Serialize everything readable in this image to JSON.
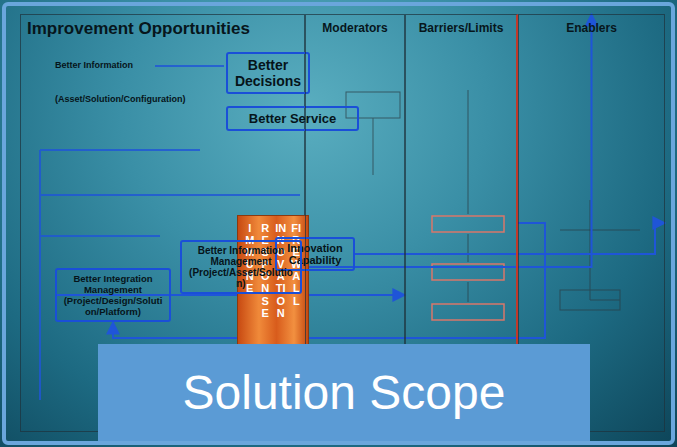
{
  "diagram": {
    "caption": "Solution Scope",
    "nodes": [
      {
        "text": [
          "Improvement Opportunities"
        ]
      },
      {
        "text": [
          "Moderators"
        ]
      },
      {
        "text": [
          "Barriers/Limits"
        ]
      },
      {
        "text": [
          "Enablers"
        ]
      },
      {
        "text": [
          "Better Decisions"
        ],
        "in": 0
      },
      {
        "text": [
          "Better Service"
        ],
        "in": 0
      },
      {
        "text": [
          "Better Information Management (Project/Asset/Solution)"
        ],
        "in": 0
      },
      {
        "text": [
          "Better Integration Management (Project/Design/Solution/Platform)"
        ],
        "in": 0
      },
      {
        "text": [
          "IMMUNE",
          "RESPONSE",
          "INNOVATION",
          "FIREWALL"
        ],
        "in": 1
      },
      {
        "text": [
          "Innovation Capability"
        ],
        "in": 3
      }
    ],
    "edges": [
      {
        "from": 4,
        "to": 9,
        "arrow": "to"
      },
      {
        "from": 5,
        "to": 9,
        "arrow": "to"
      },
      {
        "from": 9,
        "to": 6,
        "arrow": "to"
      },
      {
        "from": 6,
        "to": 7,
        "arrow": "to"
      }
    ],
    "labels": [
      "Better Information",
      "(Asset/Solution/Configuration)"
    ]
  }
}
